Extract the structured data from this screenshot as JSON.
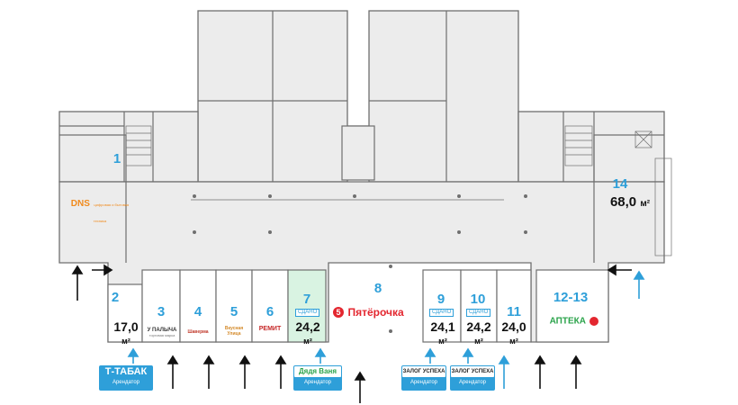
{
  "units": [
    {
      "id": "1",
      "label": "1"
    },
    {
      "id": "2",
      "label": "2",
      "area": "17,0",
      "unit": "м²"
    },
    {
      "id": "3",
      "label": "3"
    },
    {
      "id": "4",
      "label": "4"
    },
    {
      "id": "5",
      "label": "5"
    },
    {
      "id": "6",
      "label": "6"
    },
    {
      "id": "7",
      "label": "7",
      "area": "24,2",
      "unit": "м²",
      "status": "СДАНО"
    },
    {
      "id": "8",
      "label": "8"
    },
    {
      "id": "9",
      "label": "9",
      "area": "24,1",
      "unit": "м²",
      "status": "СДАНО"
    },
    {
      "id": "10",
      "label": "10",
      "area": "24,2",
      "unit": "м²",
      "status": "СДАНО"
    },
    {
      "id": "11",
      "label": "11",
      "area": "24,0",
      "unit": "м²"
    },
    {
      "id": "12-13",
      "label": "12-13"
    },
    {
      "id": "14",
      "label": "14",
      "area": "68,0",
      "unit": "м²"
    }
  ],
  "brands": {
    "dns": "DNS",
    "dns_sub": "цифровая и бытовая техника",
    "u_palycha": "У ПАЛЫЧА",
    "u_palycha_sub": "торговая марка",
    "shawarma": "Шаверма",
    "vkusnaya": "Вкусная Улица",
    "remit": "РЕМИТ",
    "pyaterochka": "Пятёрочка",
    "apteka": "АПТЕКА",
    "dyadya": "Дядя Ваня"
  },
  "tenants": [
    {
      "name": "Т-ТАБАК",
      "role": "Арендатор"
    },
    {
      "name": "Дядя Ваня",
      "role": "Арендатор"
    },
    {
      "name": "ЗАЛОГ УСПЕХА",
      "role": "Арендатор"
    },
    {
      "name": "ЗАЛОГ УСПЕХА",
      "role": "Арендатор"
    }
  ],
  "colors": {
    "accent": "#2e9fd9",
    "wall": "#6f6f6f",
    "fill": "#ececec",
    "highlight": "#d9f3e2",
    "pyaterochka_red": "#e3262f",
    "apteka_green": "#2aa34a"
  }
}
